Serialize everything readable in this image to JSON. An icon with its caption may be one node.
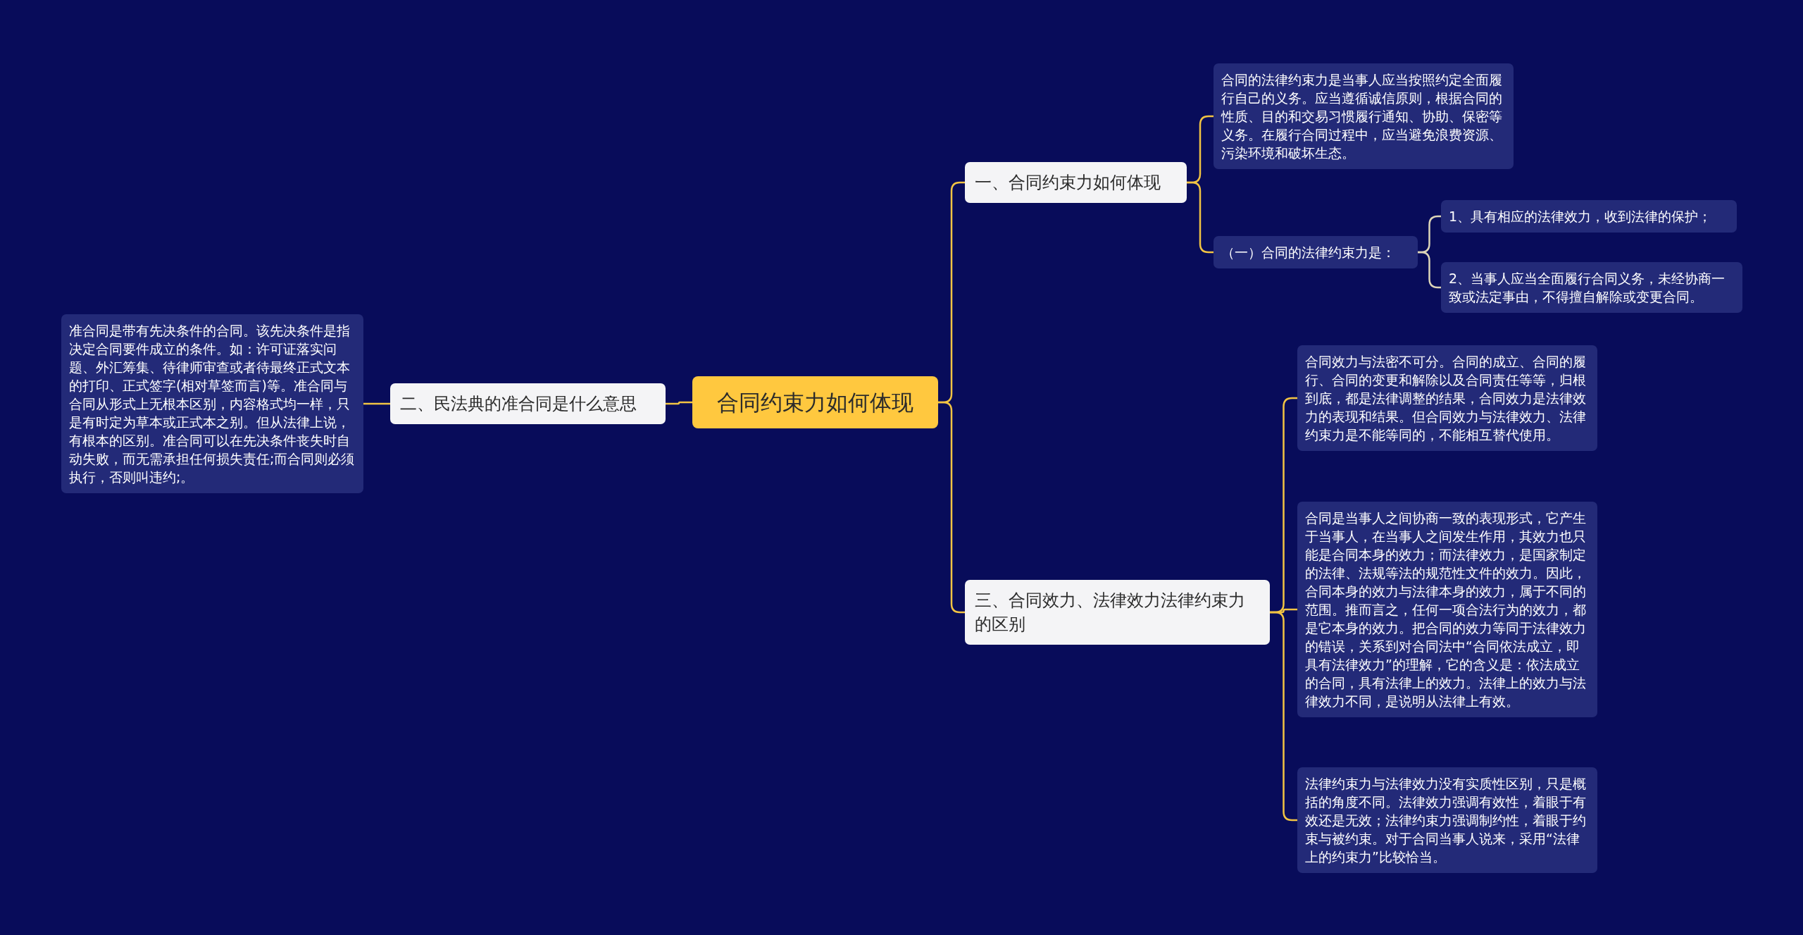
{
  "diagram": {
    "nodes": [
      {
        "text": [
          "合同约束力如何体现"
        ]
      },
      {
        "text": [
          "一、合同约束力如何体现"
        ]
      },
      {
        "text": [
          "合同的法律约束力是当事人应当按照约定全面履行自己的义务。应当遵循诚信原则，根据合同的性质、目的和交易习惯履行通知、协助、保密等义务。在履行合同过程中，应当避免浪费资源、污染环境和破坏生态。"
        ]
      },
      {
        "text": [
          "（一）合同的法律约束力是："
        ]
      },
      {
        "text": [
          "1、具有相应的法律效力，收到法律的保护；"
        ]
      },
      {
        "text": [
          "2、当事人应当全面履行合同义务，未经协商一致或法定事由，不得擅自解除或变更合同。"
        ]
      },
      {
        "text": [
          "三、合同效力、法律效力法律约束力的区别"
        ]
      },
      {
        "text": [
          "合同效力与法密不可分。合同的成立、合同的履行、合同的变更和解除以及合同责任等等，归根到底，都是法律调整的结果，合同效力是法律效力的表现和结果。但合同效力与法律效力、法律约束力是不能等同的，不能相互替代使用。"
        ]
      },
      {
        "text": [
          "合同是当事人之间协商一致的表现形式，它产生于当事人，在当事人之间发生作用，其效力也只能是合同本身的效力；而法律效力，是国家制定的法律、法规等法的规范性文件的效力。因此，合同本身的效力与法律本身的效力，属于不同的范围。推而言之，任何一项合法行为的效力，都是它本身的效力。把合同的效力等同于法律效力的错误，关系到对合同法中“合同依法成立，即具有法律效力”的理解，它的含义是：依法成立的合同，具有法律上的效力。法律上的效力与法律效力不同，是说明从法律上有效。"
        ]
      },
      {
        "text": [
          "法律约束力与法律效力没有实质性区别，只是概括的角度不同。法律效力强调有效性，着眼于有效还是无效；法律约束力强调制约性，着眼于约束与被约束。对于合同当事人说来，采用“法律上的约束力”比较恰当。"
        ]
      },
      {
        "text": [
          "二、民法典的准合同是什么意思"
        ]
      },
      {
        "text": [
          "准合同是带有先决条件的合同。该先决条件是指决定合同要件成立的条件。如：许可证落实问题、外汇筹集、待律师审查或者待最终正式文本的打印、正式签字(相对草签而言)等。准合同与合同从形式上无根本区别，内容格式均一样，只是有时定为草本或正式本之别。但从法律上说，有根本的区别。准合同可以在先决条件丧失时自动失败，而无需承担任何损失责任;而合同则必须执行，否则叫违约;。"
        ]
      }
    ],
    "edges": [
      {
        "from": 0,
        "to": 1,
        "arrow": "none"
      },
      {
        "from": 1,
        "to": 2,
        "arrow": "none"
      },
      {
        "from": 1,
        "to": 3,
        "arrow": "none"
      },
      {
        "from": 3,
        "to": 4,
        "arrow": "none",
        "color": "#ddd5b8"
      },
      {
        "from": 3,
        "to": 5,
        "arrow": "none",
        "color": "#ddd5b8"
      },
      {
        "from": 0,
        "to": 6,
        "arrow": "none"
      },
      {
        "from": 6,
        "to": 7,
        "arrow": "none"
      },
      {
        "from": 6,
        "to": 8,
        "arrow": "none"
      },
      {
        "from": 6,
        "to": 9,
        "arrow": "none"
      },
      {
        "from": 0,
        "to": 10,
        "arrow": "none"
      },
      {
        "from": 10,
        "to": 11,
        "arrow": "none"
      }
    ]
  }
}
